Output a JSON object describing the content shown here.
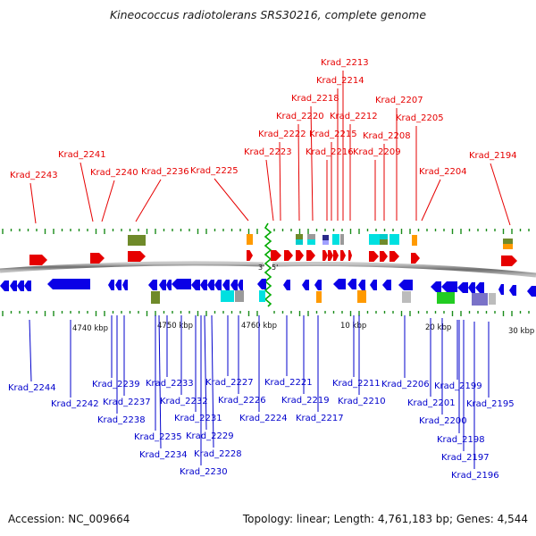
{
  "title": "Kineococcus radiotolerans SRS30216, complete genome",
  "footer": {
    "accession": "Accession: NC_009664",
    "topology": "Topology: linear; Length: 4,761,183 bp; Genes: 4,544"
  },
  "colors": {
    "forward_label": "#e60000",
    "reverse_label": "#0000cc",
    "forward_gene": "#e60000",
    "reverse_gene": "#0a00e6",
    "backbone": "#8c8c8c",
    "tick": "#1a8c1a",
    "break_mark": "#00aa00"
  },
  "end_markers": {
    "end": "3'",
    "start": "5'"
  },
  "kbp_labels": [
    "4740 kbp",
    "4750 kbp",
    "4760 kbp",
    "10 kbp",
    "20 kbp",
    "30 kbp"
  ],
  "forward_genes": [
    "Krad_2243",
    "Krad_2241",
    "Krad_2240",
    "Krad_2236",
    "Krad_2225",
    "Krad_2223",
    "Krad_2222",
    "Krad_2220",
    "Krad_2218",
    "Krad_2216",
    "Krad_2215",
    "Krad_2214",
    "Krad_2213",
    "Krad_2212",
    "Krad_2209",
    "Krad_2208",
    "Krad_2207",
    "Krad_2205",
    "Krad_2204",
    "Krad_2194"
  ],
  "reverse_genes": [
    "Krad_2244",
    "Krad_2242",
    "Krad_2239",
    "Krad_2238",
    "Krad_2237",
    "Krad_2235",
    "Krad_2234",
    "Krad_2233",
    "Krad_2232",
    "Krad_2231",
    "Krad_2230",
    "Krad_2229",
    "Krad_2228",
    "Krad_2227",
    "Krad_2226",
    "Krad_2224",
    "Krad_2221",
    "Krad_2219",
    "Krad_2217",
    "Krad_2211",
    "Krad_2210",
    "Krad_2206",
    "Krad_2201",
    "Krad_2200",
    "Krad_2199",
    "Krad_2198",
    "Krad_2197",
    "Krad_2196",
    "Krad_2195"
  ]
}
